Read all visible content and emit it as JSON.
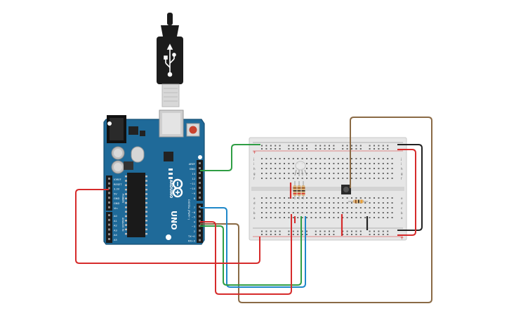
{
  "colors": {
    "background": "#ffffff",
    "arduino_board": "#1f6a99",
    "breadboard": "#e6e6e6",
    "wire_red": "#d62b2b",
    "wire_black": "#222222",
    "wire_green": "#2f9e44",
    "wire_blue": "#1f88c9",
    "wire_brown": "#8a6a45"
  },
  "arduino": {
    "brand": "ARDUINO",
    "model": "UNO",
    "digital_label": "DIGITAL (PWM~)",
    "power_label": "POWER",
    "analog_label": "ANALOG IN",
    "top_pins": [
      "AREF",
      "GND",
      "13",
      "12",
      "~11",
      "~10",
      "~9",
      "8"
    ],
    "bottom_pins": [
      "7",
      "~6",
      "~5",
      "4",
      "~3",
      "2",
      "TX→1",
      "RX←0"
    ],
    "power_pins": [
      "IOREF",
      "RESET",
      "3.3V",
      "5V",
      "GND",
      "GND",
      "Vin"
    ],
    "analog_pins": [
      "A0",
      "A1",
      "A2",
      "A3",
      "A4",
      "A5"
    ]
  },
  "breadboard": {
    "row_letters_top": [
      "j",
      "i",
      "h",
      "g",
      "f"
    ],
    "row_letters_bottom": [
      "e",
      "d",
      "c",
      "b",
      "a"
    ],
    "rail_minus": "−",
    "rail_plus": "+"
  },
  "components": {
    "usb_cable": "usb-b-cable",
    "reset_button": "reset-button",
    "rgb_led": "rgb-led",
    "push_button": "push-button",
    "resistors": 4
  }
}
